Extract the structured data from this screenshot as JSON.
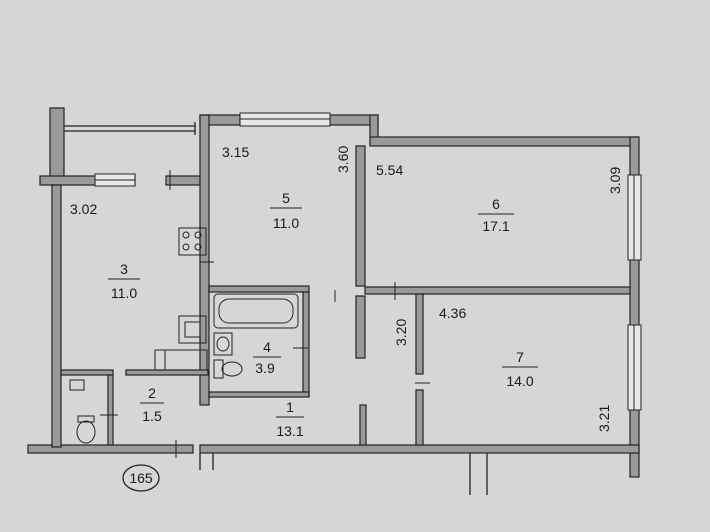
{
  "plan_number": "165",
  "rooms": [
    {
      "id": "room-1",
      "number": "1",
      "area": "13.1"
    },
    {
      "id": "room-2",
      "number": "2",
      "area": "1.5"
    },
    {
      "id": "room-3",
      "number": "3",
      "area": "11.0"
    },
    {
      "id": "room-4",
      "number": "4",
      "area": "3.9"
    },
    {
      "id": "room-5",
      "number": "5",
      "area": "11.0"
    },
    {
      "id": "room-6",
      "number": "6",
      "area": "17.1"
    },
    {
      "id": "room-7",
      "number": "7",
      "area": "14.0"
    }
  ],
  "dimensions": {
    "kitchen_width": "3.02",
    "room5_width": "3.15",
    "room5_depth": "3.60",
    "room6_width": "5.54",
    "room6_depth": "3.09",
    "corridor_width": "3.20",
    "room7_width": "4.36",
    "room7_depth": "3.21"
  }
}
